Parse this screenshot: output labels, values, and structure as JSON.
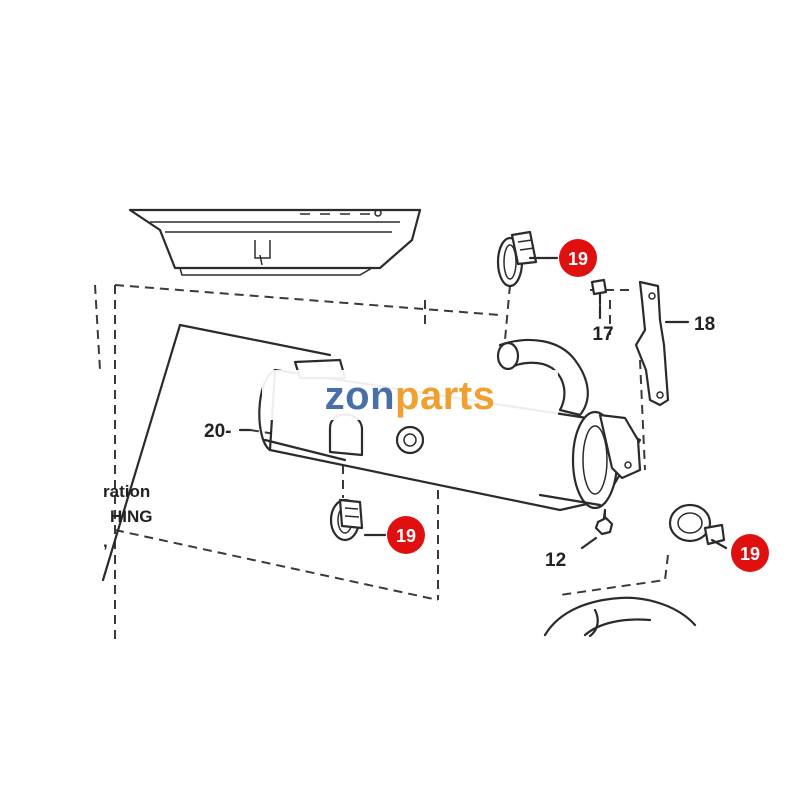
{
  "watermark": {
    "text_part1": "zon",
    "text_part2": "parts",
    "color1": "#4a6fa8",
    "color2": "#f0a030"
  },
  "callouts": {
    "clamp_top": "19",
    "clamp_middle": "19",
    "clamp_right": "19",
    "bolt": "17",
    "bracket": "18",
    "nut": "12",
    "muffler": "20-"
  },
  "text_fragments": {
    "line1": "ration",
    "line2": "HING",
    "line3": ","
  },
  "colors": {
    "badge": "#e01010",
    "line": "#2b2b2b"
  }
}
